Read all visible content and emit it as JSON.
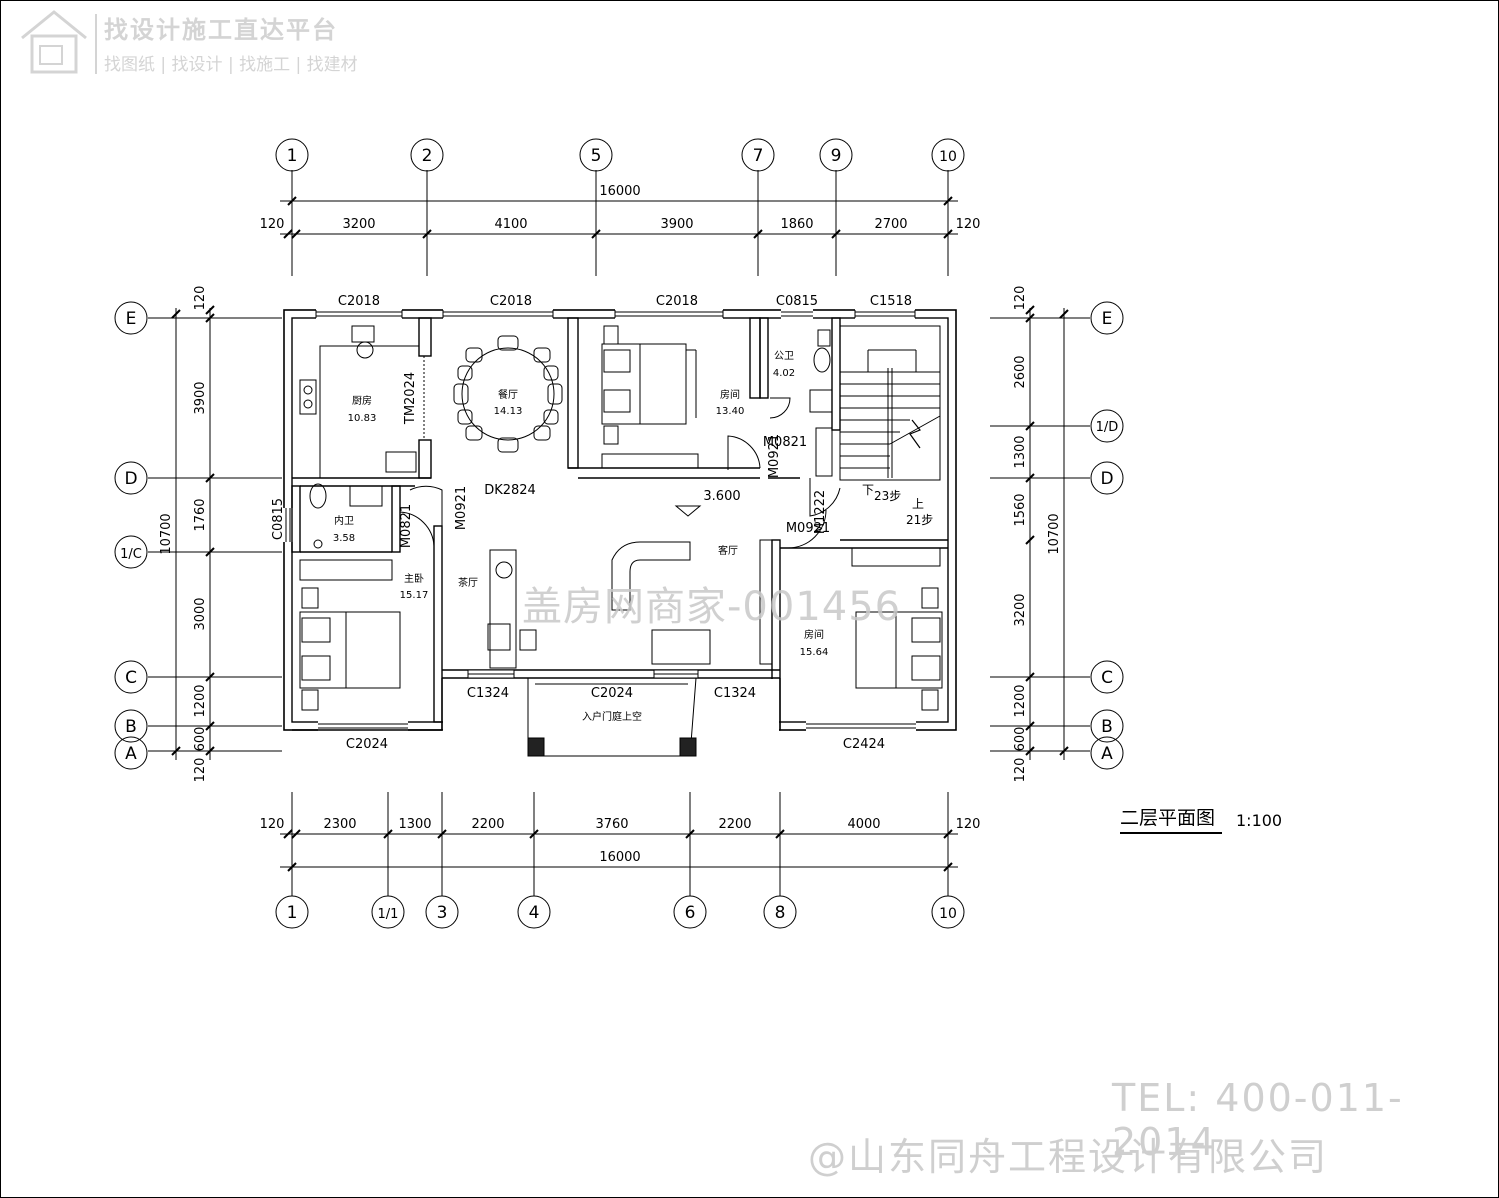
{
  "watermark": {
    "brand_title": "找设计施工直达平台",
    "brand_sub": "找图纸 | 找设计 | 找施工 | 找建材",
    "center": "盖房网商家-001456",
    "tel": "TEL: 400-011-2014",
    "company": "@山东同舟工程设计有限公司"
  },
  "plan": {
    "title": "二层平面图",
    "scale": "1:100",
    "elevation": "3.600"
  },
  "axes": {
    "top": [
      "1",
      "2",
      "5",
      "7",
      "9",
      "10"
    ],
    "bottom": [
      "1",
      "1/1",
      "3",
      "4",
      "6",
      "8",
      "10"
    ],
    "left": [
      "E",
      "D",
      "1/C",
      "C",
      "B",
      "A"
    ],
    "right": [
      "E",
      "1/D",
      "D",
      "C",
      "B",
      "A"
    ]
  },
  "dims": {
    "top_total": "16000",
    "top": [
      "120",
      "3200",
      "4100",
      "3900",
      "1860",
      "2700",
      "120"
    ],
    "bottom_total": "16000",
    "bottom": [
      "120",
      "2300",
      "1300",
      "2200",
      "3760",
      "2200",
      "4000",
      "120"
    ],
    "left_total": "10700",
    "left": [
      "120",
      "3900",
      "1760",
      "3000",
      "1200",
      "600",
      "120"
    ],
    "right_total": "10700",
    "right": [
      "120",
      "2600",
      "1300",
      "1560",
      "3200",
      "1200",
      "600",
      "120"
    ]
  },
  "rooms": {
    "kitchen": {
      "name": "厨房",
      "area": "10.83"
    },
    "dining": {
      "name": "餐厅",
      "area": "14.13"
    },
    "bedroom_n": {
      "name": "房间",
      "area": "13.40"
    },
    "public_bath": {
      "name": "公卫",
      "area": "4.02"
    },
    "inner_bath": {
      "name": "内卫",
      "area": "3.58"
    },
    "master": {
      "name": "主卧",
      "area": "15.17"
    },
    "tea": {
      "name": "茶厅"
    },
    "living": {
      "name": "客厅"
    },
    "bedroom_se": {
      "name": "房间",
      "area": "15.64"
    },
    "void": {
      "name": "入户门庭上空"
    }
  },
  "openings": {
    "c2018_a": "C2018",
    "c2018_b": "C2018",
    "c2018_c": "C2018",
    "c0815_top": "C0815",
    "c1518": "C1518",
    "c0815_left": "C0815",
    "tm2024": "TM2024",
    "dk2824": "DK2824",
    "m0921_a": "M0921",
    "m0821_a": "M0821",
    "m0821_b": "M0821",
    "m0921_b": "M0921",
    "m0921_c": "M0921",
    "m1222": "M1222",
    "c1324_a": "C1324",
    "c2024_mid": "C2024",
    "c1324_b": "C1324",
    "c2024_bl": "C2024",
    "c2424": "C2424"
  },
  "stairs": {
    "down": "下",
    "down_steps": "23步",
    "up": "上",
    "up_steps": "21步"
  }
}
